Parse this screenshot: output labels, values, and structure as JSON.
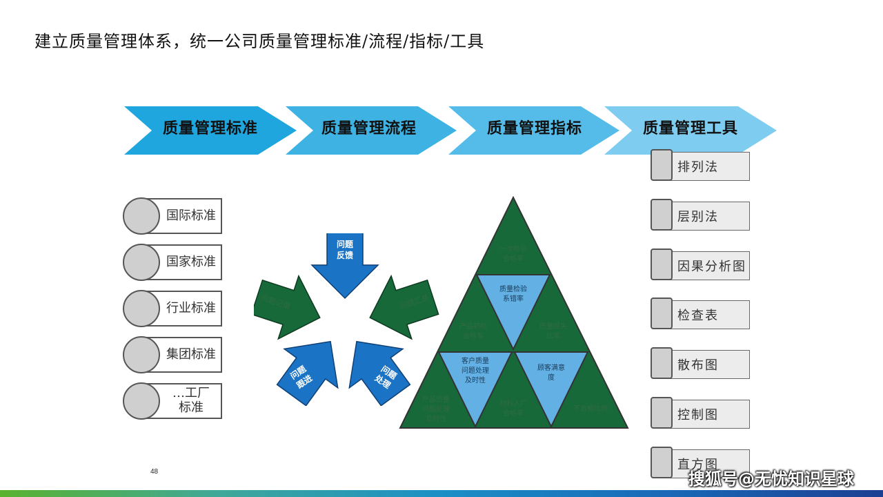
{
  "title": "建立质量管理体系，统一公司质量管理标准/流程/指标/工具",
  "chevrons": [
    "质量管理标准",
    "质量管理流程",
    "质量管理指标",
    "质量管理工具"
  ],
  "colors": {
    "chevron": [
      "#1fa6de",
      "#3fb2e4",
      "#55bcea",
      "#7ecdf0"
    ],
    "triangle_green": "#17693a",
    "triangle_blue": "#63b0e4",
    "arrow_green": "#17693a",
    "arrow_blue": "#1a73c4"
  },
  "standards": [
    "国际标准",
    "国家标准",
    "行业标准",
    "集团标准",
    "…工厂标准"
  ],
  "star_arrows": [
    "问题反馈",
    "问题处理",
    "问题跟进",
    "问题记录",
    "问题汇总"
  ],
  "pyramid": {
    "top": "一次检验合格率",
    "inv1": "质量检验系错率",
    "row2_left": "产品初检合格率",
    "row2_right": "质量损失比率",
    "inv2_left": "客户质量问题处理及时性",
    "inv2_right": "顾客满意度",
    "row3_left": "产品质量问题处理及时性",
    "row3_mid": "材料入厂合格率",
    "row3_right": "不合格比例"
  },
  "tools": [
    "排列法",
    "层别法",
    "因果分析图",
    "检查表",
    "散布图",
    "控制图",
    "直方图"
  ],
  "page_number": "48",
  "watermark": "搜狐号@无忧知识星球"
}
